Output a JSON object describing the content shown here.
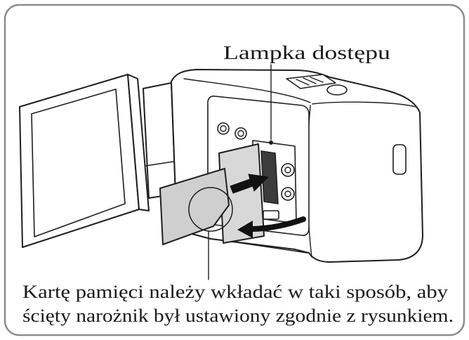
{
  "callouts": {
    "access_lamp": "Lampka dostępu"
  },
  "caption": {
    "line1": "Kartę pamięci należy wkładać w taki sposób, aby",
    "line2": "ścięty narożnik był ustawiony zgodnie z rysunkiem."
  },
  "colors": {
    "frame": "#8c8c8c",
    "card": "#cfcfcf",
    "lid": "#d8d8d8",
    "slot": "#3c3c3c"
  }
}
